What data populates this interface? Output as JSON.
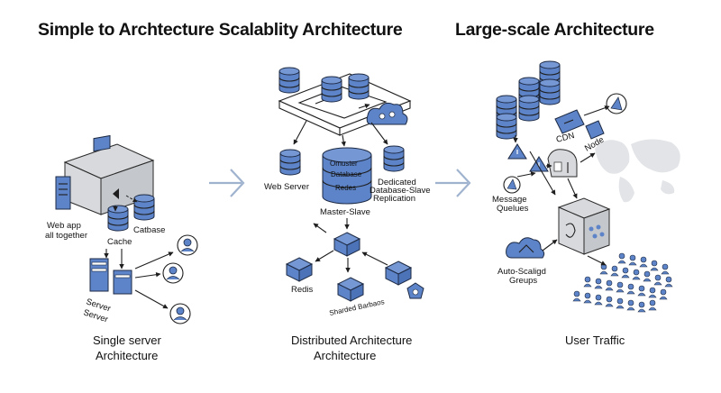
{
  "titles": {
    "left": "Simple to Archtecture Scalablity Architecture",
    "right": "Large-scale Architecture"
  },
  "single": {
    "web_app": [
      "Web app",
      "all together"
    ],
    "catbase": "Catbase",
    "cache": "Cache",
    "server": [
      "Server",
      "Server"
    ],
    "caption": [
      "Single server",
      "Architecture"
    ]
  },
  "distributed": {
    "web_server": "Web Server",
    "db_box": [
      "Omuster",
      "Database",
      "Redes"
    ],
    "master_slave": "Master-Slave",
    "dedicated": [
      "Dedicated",
      "Database-Slave",
      "Replication"
    ],
    "redis": "Redis",
    "sharded": "Sharded Barbaos",
    "caption": [
      "Distributed Architecture",
      "Architecture"
    ]
  },
  "large": {
    "cdn": "CDN",
    "node": "Node",
    "message": [
      "Message",
      "Quelues"
    ],
    "auto": [
      "Auto-Scaligd",
      "Greups"
    ],
    "caption": "User Traffic"
  },
  "colors": {
    "accent": "#5d84c8",
    "arrow": "#9fb3cf",
    "grey": "#d7d9dc"
  }
}
